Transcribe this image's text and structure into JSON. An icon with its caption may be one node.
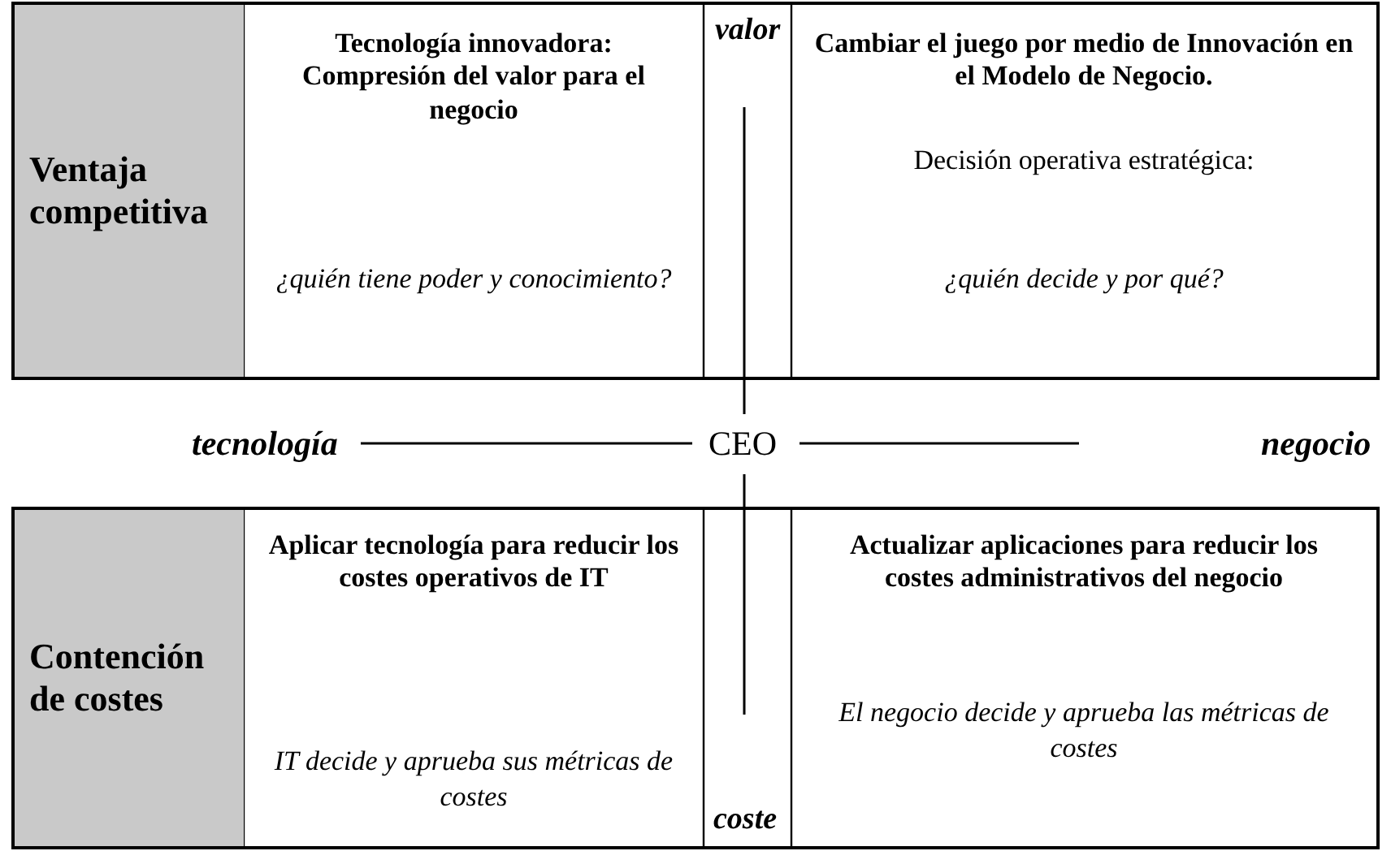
{
  "diagram": {
    "nodes": [
      {
        "text": [
          "Ventaja competitiva"
        ]
      },
      {
        "text": [
          "Tecnología innovadora: Compresión del valor para el negocio",
          "¿quién tiene poder y conocimiento?"
        ]
      },
      {
        "text": [
          "Cambiar el juego por medio de Innovación en el Modelo de Negocio.",
          "Decisión operativa estratégica:",
          "¿quién decide y por qué?"
        ]
      },
      {
        "text": [
          "Contención de costes"
        ]
      },
      {
        "text": [
          "Aplicar tecnología para reducir los costes operativos de IT",
          "IT decide y aprueba sus métricas de costes"
        ]
      },
      {
        "text": [
          "Actualizar aplicaciones para reducir los costes administrativos del negocio",
          "El negocio decide y aprueba las métricas de costes"
        ]
      }
    ],
    "edges": [],
    "labels": [
      "valor",
      "tecnología",
      "CEO",
      "negocio",
      "coste"
    ]
  }
}
